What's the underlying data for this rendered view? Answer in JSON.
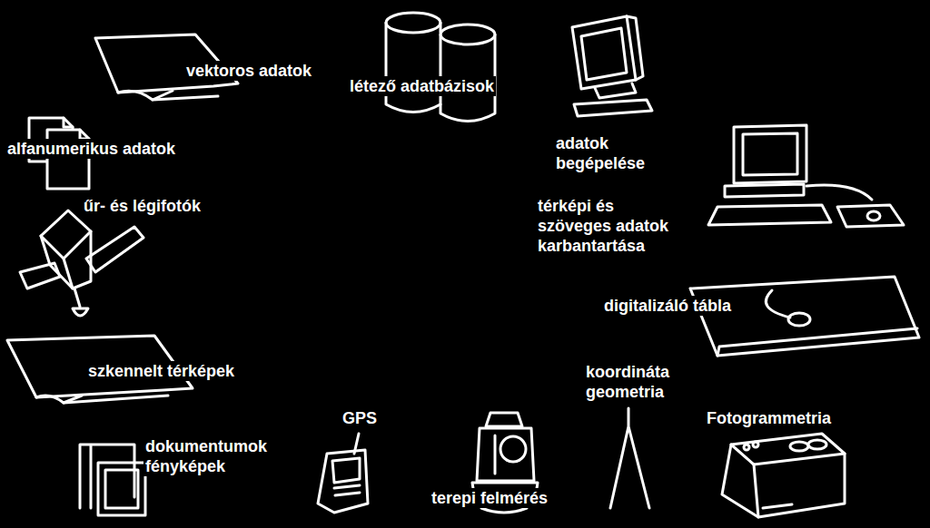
{
  "diagram": {
    "labels": [
      "vektoros adatok",
      "létező adatbázisok",
      "alfanumerikus adatok",
      "adatok begépelése",
      "űr- és légifotók",
      "térképi és szöveges adatok karbantartása",
      "digitalizáló tábla",
      "szkennelt térképek",
      "koordináta geometria",
      "GPS",
      "Fotogrammetria",
      "dokumentumok fényképek",
      "terepi felmérés"
    ]
  }
}
